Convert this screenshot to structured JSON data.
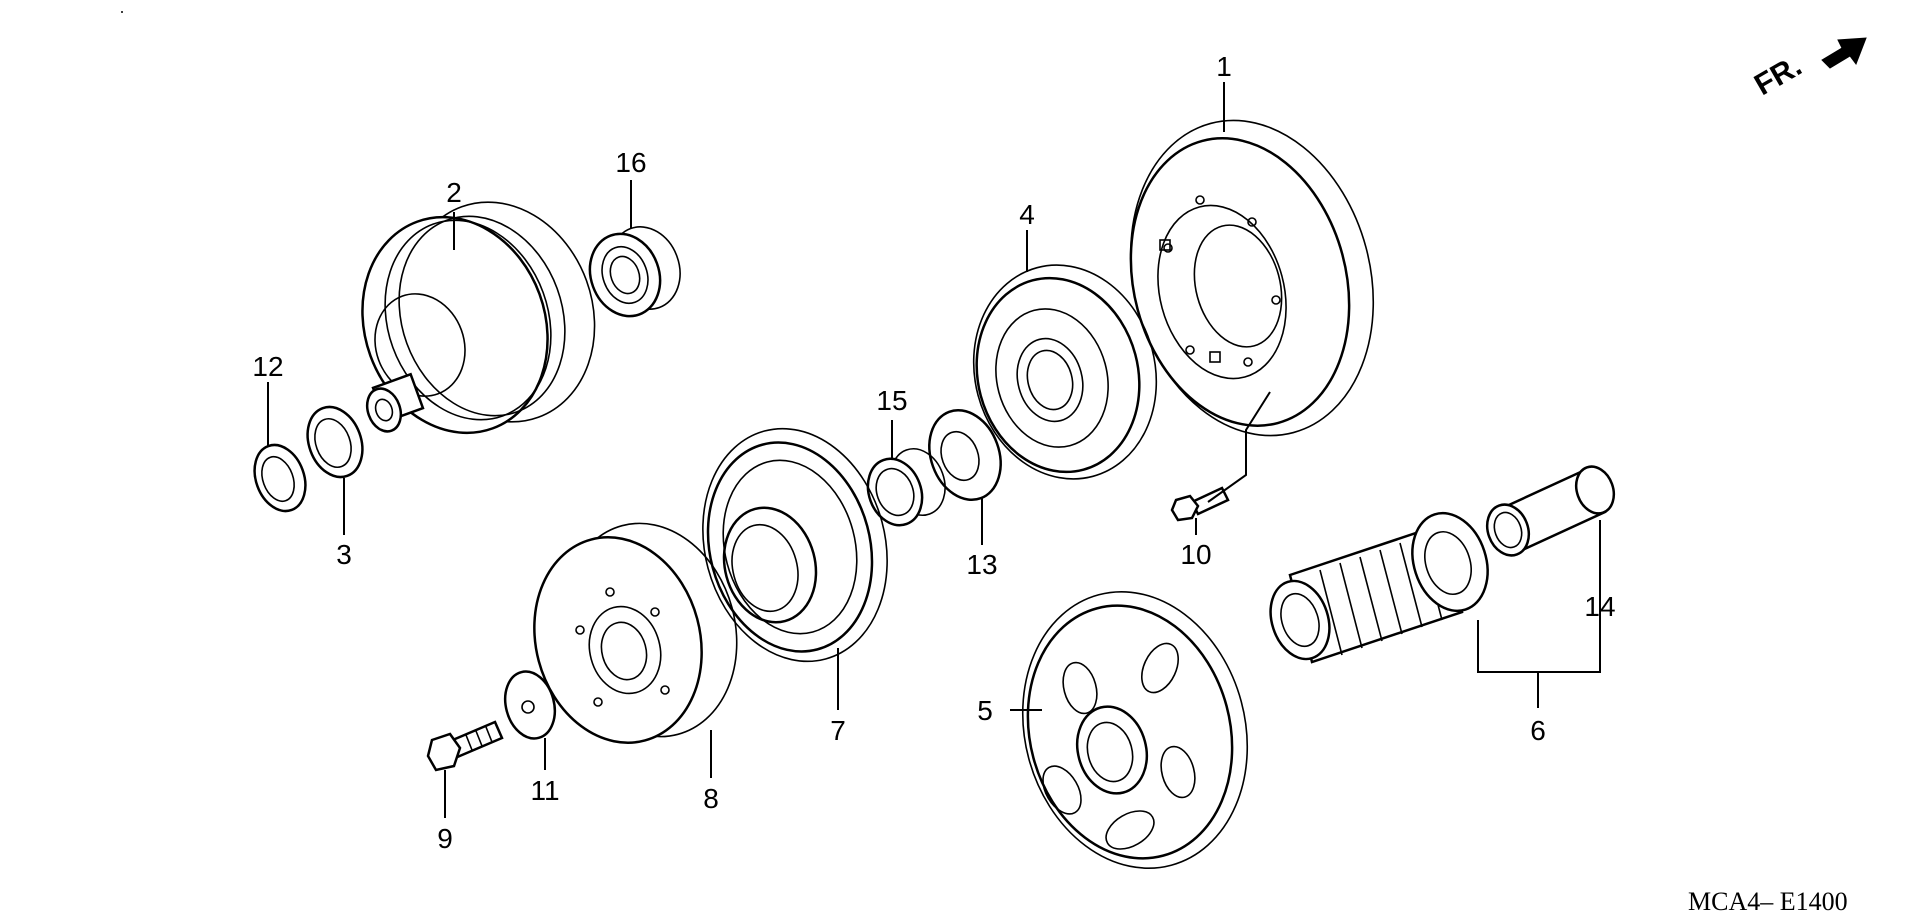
{
  "diagram": {
    "code": "MCA4– E1400",
    "direction_label": "FR.",
    "direction_icon": "arrow-up-right-icon",
    "callouts": [
      {
        "id": "1",
        "text": "1"
      },
      {
        "id": "2",
        "text": "2"
      },
      {
        "id": "3",
        "text": "3"
      },
      {
        "id": "4",
        "text": "4"
      },
      {
        "id": "5",
        "text": "5"
      },
      {
        "id": "6",
        "text": "6"
      },
      {
        "id": "7",
        "text": "7"
      },
      {
        "id": "8",
        "text": "8"
      },
      {
        "id": "9",
        "text": "9"
      },
      {
        "id": "10",
        "text": "10"
      },
      {
        "id": "11",
        "text": "11"
      },
      {
        "id": "12",
        "text": "12"
      },
      {
        "id": "13",
        "text": "13"
      },
      {
        "id": "14",
        "text": "14"
      },
      {
        "id": "15",
        "text": "15"
      },
      {
        "id": "16",
        "text": "16"
      }
    ]
  }
}
